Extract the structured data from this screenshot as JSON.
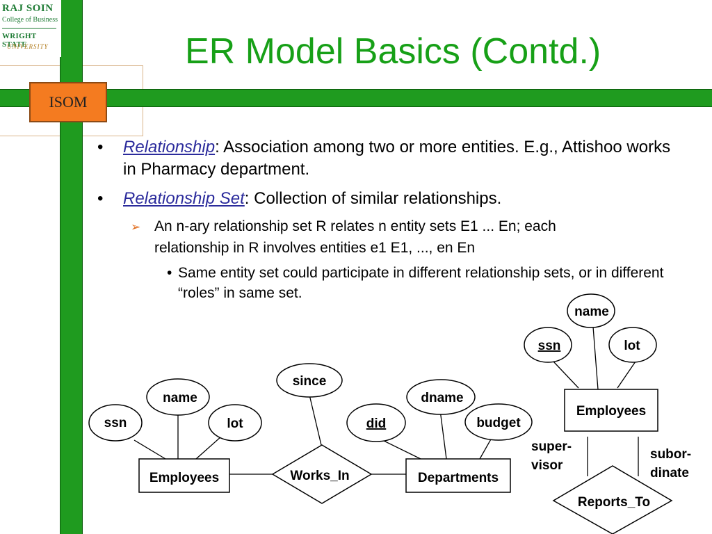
{
  "logo": {
    "line1": "RAJ SOIN",
    "line2": "College of Business",
    "line3": "WRIGHT STATE",
    "line4": "UNIVERSITY"
  },
  "badge": "ISOM",
  "title": "ER Model Basics (Contd.)",
  "bullets": [
    {
      "level": 1,
      "marker": "•",
      "term": "Relationship",
      "text": ":  Association among two or more entities.  E.g., Attishoo works in Pharmacy department."
    },
    {
      "level": 1,
      "marker": "•",
      "term": "Relationship Set",
      "text": ":  Collection of similar relationships."
    },
    {
      "level": 2,
      "marker": "➢",
      "text_line1": "An n-ary relationship set  R relates n entity sets E1 ... En; each",
      "text_line2": "relationship in R involves entities e1    E1, ..., en     En"
    },
    {
      "level": 3,
      "marker": "•",
      "text": "Same entity set could participate in different relationship sets, or in different “roles” in same set."
    }
  ],
  "diagram1": {
    "entity_employees": "Employees",
    "entity_departments": "Departments",
    "relationship": "Works_In",
    "attr_ssn": "ssn",
    "attr_name": "name",
    "attr_lot": "lot",
    "attr_since": "since",
    "attr_did": "did",
    "attr_dname": "dname",
    "attr_budget": "budget"
  },
  "diagram2": {
    "entity_employees": "Employees",
    "relationship": "Reports_To",
    "attr_name": "name",
    "attr_ssn": "ssn",
    "attr_lot": "lot",
    "role_supervisor_1": "super-",
    "role_supervisor_2": "visor",
    "role_subordinate_1": "subor-",
    "role_subordinate_2": "dinate"
  },
  "colors": {
    "green_bar": "#1f9b1f",
    "title_green": "#17a017",
    "badge_orange": "#f47b20",
    "term_blue": "#2b2b9c",
    "sub_bullet_orange": "#e06a1a"
  }
}
